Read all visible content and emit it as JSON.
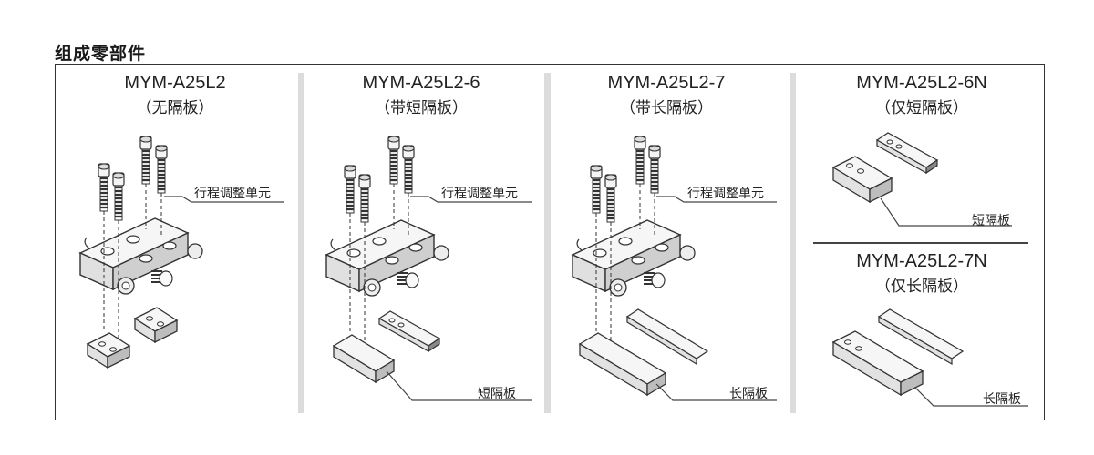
{
  "heading": "组成零部件",
  "panels": [
    {
      "model": "MYM-A25L2",
      "subtitle": "（无隔板）",
      "unit_label": "行程调整单元"
    },
    {
      "model": "MYM-A25L2-6",
      "subtitle": "（带短隔板）",
      "unit_label": "行程调整单元",
      "plate_label": "短隔板"
    },
    {
      "model": "MYM-A25L2-7",
      "subtitle": "（带长隔板）",
      "unit_label": "行程调整单元",
      "plate_label": "长隔板"
    },
    {
      "model": "MYM-A25L2-6N",
      "subtitle": "（仅短隔板）",
      "plate_label": "短隔板"
    },
    {
      "model": "MYM-A25L2-7N",
      "subtitle": "（仅长隔板）",
      "plate_label": "长隔板"
    }
  ]
}
